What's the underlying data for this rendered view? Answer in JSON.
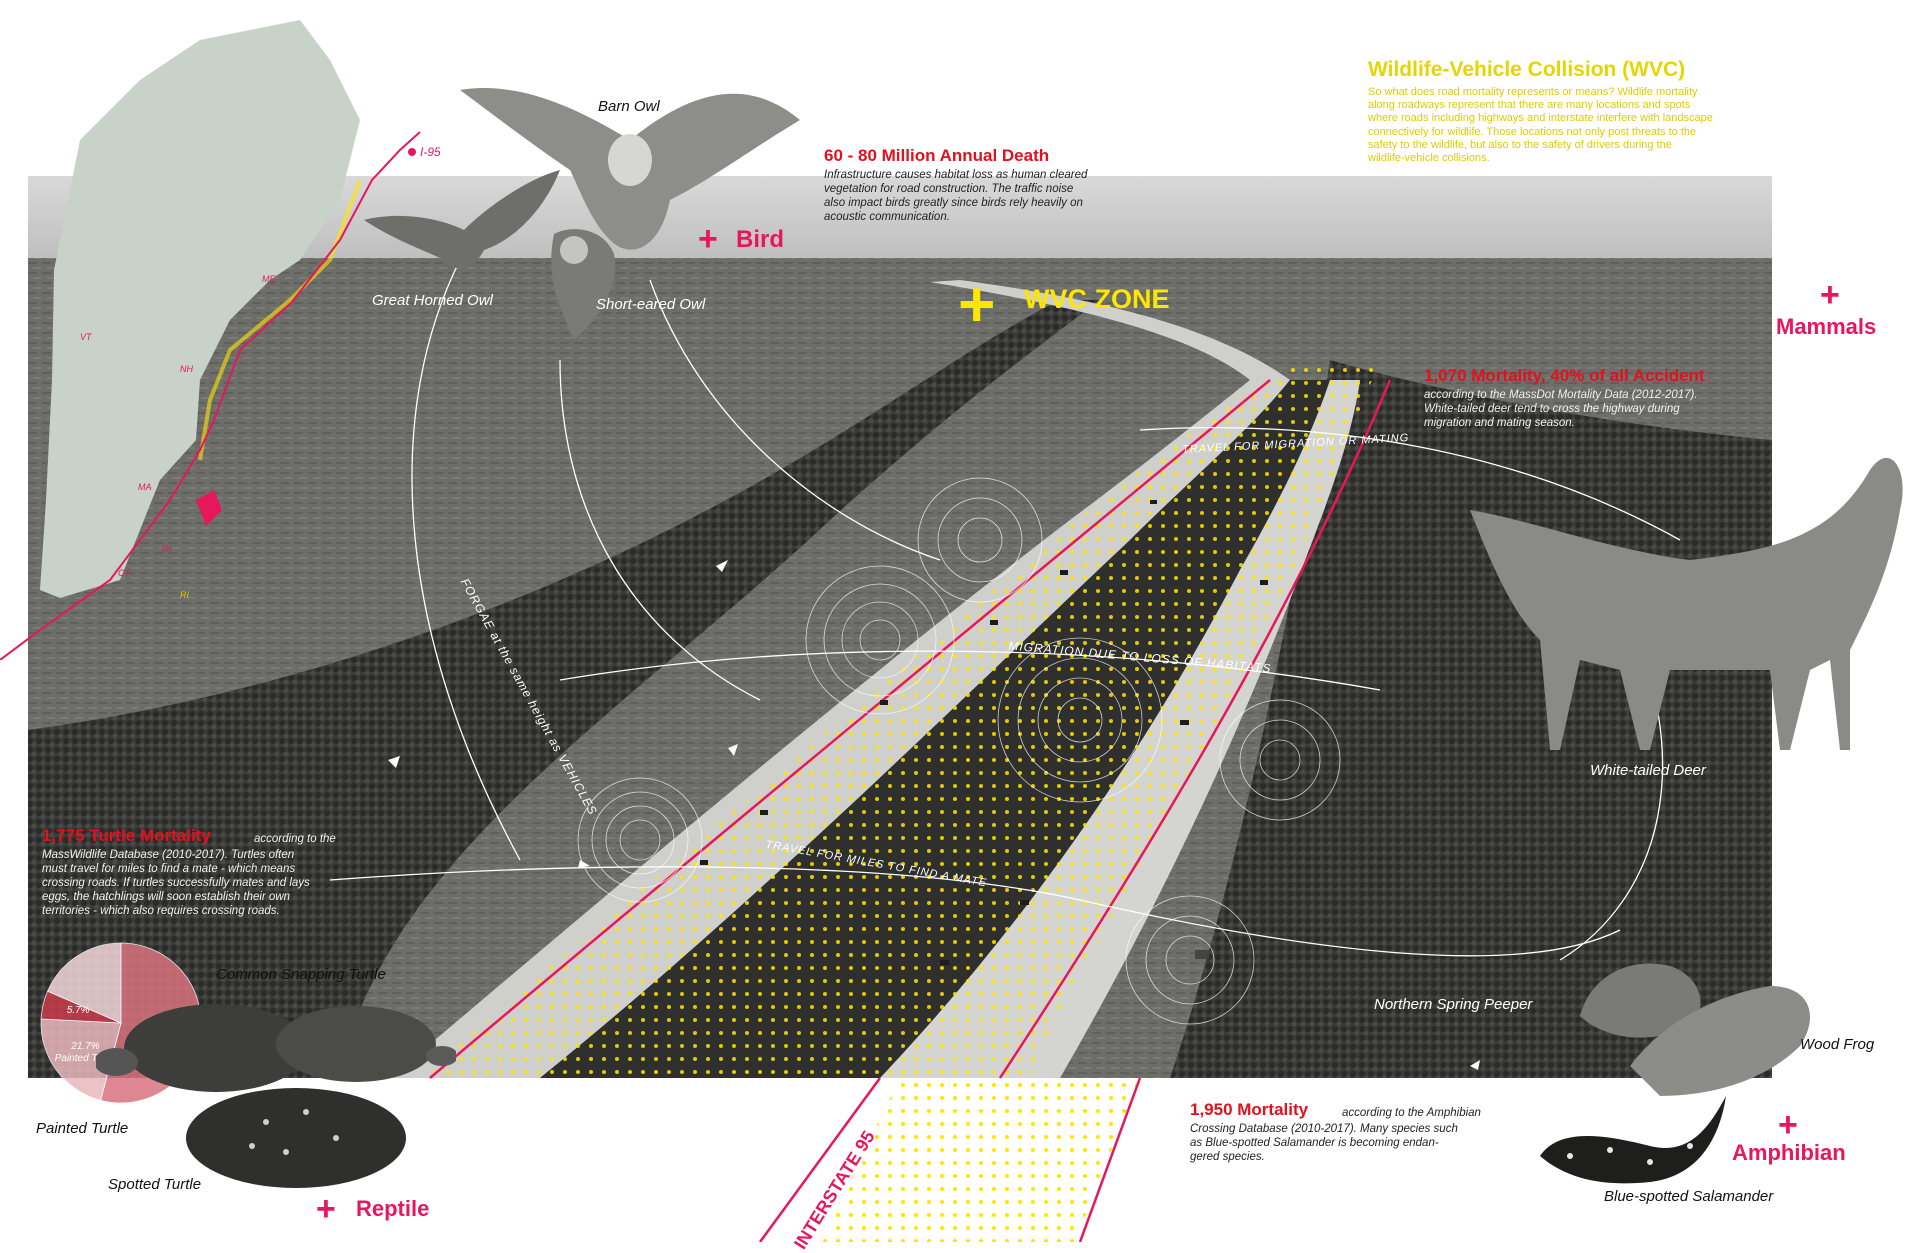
{
  "colors": {
    "accent": "#e8175d",
    "highlight": "#ffe600",
    "photo_bg": "#5b5b58",
    "map_fill": "#c9d2c8",
    "stat_red": "#e2111d"
  },
  "wvc_panel": {
    "title": "Wildlife-Vehicle Collision (WVC)",
    "lines": [
      "So what does road mortality represents or means? Wildlife mortality",
      "along roadways represent that there are many locations and spots",
      "where roads including highways and interstate interfere with landscape",
      "connectively for wildlife. Those locations not only post threats to the",
      "safety to the wildlife, but also to the safety of drivers during the",
      "wildlife-vehicle collisions."
    ]
  },
  "wvc_zone": {
    "label": "WVC ZONE"
  },
  "map": {
    "route_label": "I-95",
    "states": [
      "ME",
      "NH",
      "VT",
      "MA",
      "RI",
      "CT",
      "RI"
    ]
  },
  "bird": {
    "stat_title": "60 - 80 Million Annual Death",
    "stat_lines": [
      "Infrastructure causes habitat loss as human cleared",
      "vegetation for road construction. The traffic noise",
      "also impact birds greatly since birds rely heavily on",
      "acoustic communication."
    ],
    "category": "Bird",
    "species": [
      "Barn Owl",
      "Great Horned Owl",
      "Short-eared Owl"
    ]
  },
  "mammals": {
    "category": "Mammals",
    "stat_title": "1,070 Mortality, 40% of all Accident",
    "stat_lines": [
      "according to the MassDot Mortality Data (2012-2017).",
      "White-tailed deer tend to cross the highway during",
      "migration and mating season."
    ],
    "species": [
      "White-tailed Deer"
    ]
  },
  "reptile": {
    "stat_title": "1,775 Turtle Mortality",
    "stat_lead": "according to the",
    "stat_lines": [
      "MassWildlife Database (2010-2017). Turtles often",
      "must travel for miles to find a mate - which means",
      "crossing roads. If turtles successfully mates and lays",
      "eggs, the hatchlings will soon establish their own",
      "territories - which also requires crossing roads."
    ],
    "category": "Reptile",
    "species": [
      "Common Snapping Turtle",
      "Painted Turtle",
      "Spotted Turtle"
    ]
  },
  "amphibian": {
    "stat_title": "1,950 Mortality",
    "stat_lead": "according to the Amphibian",
    "stat_lines": [
      "Crossing Database (2010-2017). Many species such",
      "as Blue-spotted Salamander is becoming endan-",
      "gered species."
    ],
    "category": "Amphibian",
    "species": [
      "Northern Spring Peeper",
      "Wood Frog",
      "Blue-spotted Salamander"
    ]
  },
  "paths": {
    "forage": "FORGAE at the same height as VEHICLES",
    "migration_mating": "TRAVEL FOR MIGRATION OR MATING",
    "habitat_loss": "MIGRATION DUE TO LOSS OF HABITATS",
    "find_mate": "TRAVEL FOR MILES TO FIND A MATE"
  },
  "highway_label": "INTERSTATE 95",
  "chart_data": {
    "type": "pie",
    "title": "",
    "slices": [
      {
        "label": "Spotted Turtle",
        "value": 54.1,
        "value_label": "54.1%",
        "color": "#d9737f"
      },
      {
        "label": "Painted Turtle",
        "value": 21.7,
        "value_label": "21.7%",
        "color": "#eab8be"
      },
      {
        "label": "",
        "value": 5.7,
        "value_label": "5.7%",
        "color": "#c93b4c"
      },
      {
        "label": "",
        "value": 18.5,
        "value_label": "",
        "color": "#f4d8db"
      }
    ]
  }
}
